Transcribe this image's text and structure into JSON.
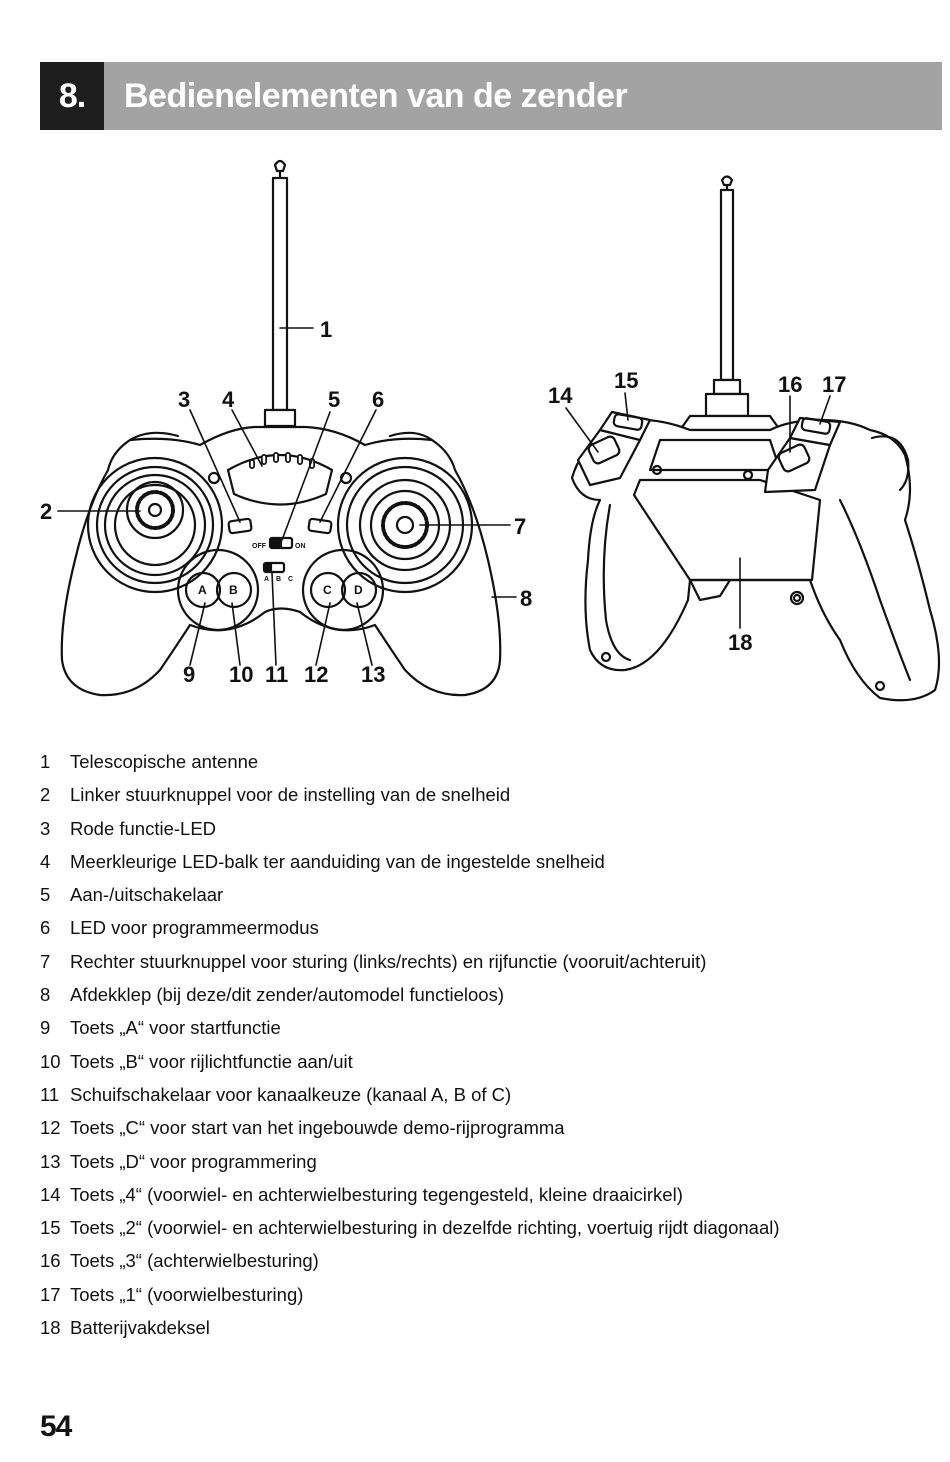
{
  "header": {
    "number": "8.",
    "title": "Bedienelementen van de zender"
  },
  "figure": {
    "callouts": [
      "1",
      "2",
      "3",
      "4",
      "5",
      "6",
      "7",
      "8",
      "9",
      "10",
      "11",
      "12",
      "13",
      "14",
      "15",
      "16",
      "17",
      "18"
    ],
    "panel": {
      "off": "OFF",
      "on": "ON",
      "channels": [
        "A",
        "B",
        "C"
      ]
    },
    "buttons": [
      "A",
      "B",
      "C",
      "D"
    ]
  },
  "legend": [
    {
      "n": "1",
      "text": "Telescopische antenne"
    },
    {
      "n": "2",
      "text": "Linker stuurknuppel voor de instelling van de snelheid"
    },
    {
      "n": "3",
      "text": "Rode functie-LED"
    },
    {
      "n": "4",
      "text": "Meerkleurige LED-balk ter aanduiding van de ingestelde snelheid"
    },
    {
      "n": "5",
      "text": "Aan-/uitschakelaar"
    },
    {
      "n": "6",
      "text": "LED voor programmeermodus"
    },
    {
      "n": "7",
      "text": "Rechter stuurknuppel voor sturing (links/rechts) en rijfunctie (vooruit/achteruit)"
    },
    {
      "n": "8",
      "text": "Afdekklep (bij deze/dit zender/automodel functieloos)"
    },
    {
      "n": "9",
      "text": "Toets „A“ voor startfunctie"
    },
    {
      "n": "10",
      "text": "Toets „B“ voor rijlichtfunctie aan/uit"
    },
    {
      "n": "11",
      "text": "Schuifschakelaar voor kanaalkeuze (kanaal A, B of C)"
    },
    {
      "n": "12",
      "text": "Toets „C“ voor start van het ingebouwde demo-rijprogramma"
    },
    {
      "n": "13",
      "text": "Toets „D“ voor programmering"
    },
    {
      "n": "14",
      "text": "Toets „4“ (voorwiel- en achterwielbesturing tegengesteld, kleine draaicirkel)"
    },
    {
      "n": "15",
      "text": "Toets „2“ (voorwiel- en achterwielbesturing in dezelfde richting, voertuig rijdt diagonaal)"
    },
    {
      "n": "16",
      "text": "Toets „3“ (achterwielbesturing)"
    },
    {
      "n": "17",
      "text": "Toets „1“ (voorwielbesturing)"
    },
    {
      "n": "18",
      "text": "Batterijvakdeksel"
    }
  ],
  "page_number": "54"
}
